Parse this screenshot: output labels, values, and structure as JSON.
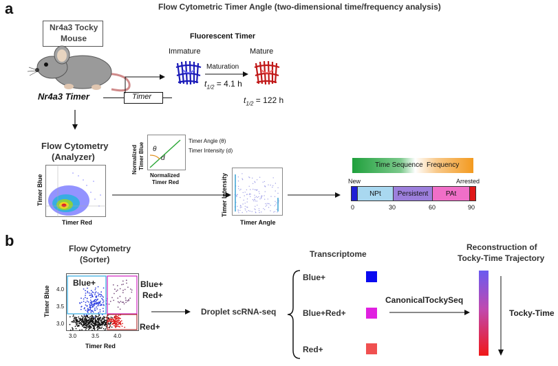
{
  "figure_title": "Flow Cytometric Timer Angle (two-dimensional time/frequency analysis)",
  "panel_a": {
    "letter": "a",
    "mouse_label_line1": "Nr4a3 Tocky",
    "mouse_label_line2": "Mouse",
    "nr4a3_timer": "Nr4a3 Timer",
    "timer_gene": "Timer",
    "fluorescent_timer": "Fluorescent Timer",
    "immature": "Immature",
    "mature": "Mature",
    "maturation": "Maturation",
    "half_life_maturation_prefix": "t",
    "half_life_sub": "1/2",
    "half_life_maturation_value": " = 4.1 h",
    "half_life_mature_value": " = 122 h",
    "flow_cytometry_line1": "Flow Cytometry",
    "flow_cytometry_line2": "(Analyzer)",
    "timer_blue": "Timer Blue",
    "timer_red": "Timer Red",
    "normalized_timer_blue_1": "Normalized",
    "normalized_timer_blue_2": "Timer Blue",
    "normalized_timer_red_1": "Normalized",
    "normalized_timer_red_2": "Timer Red",
    "theta": "θ",
    "d": "d",
    "timer_angle_legend": "Timer Angle (θ)",
    "timer_intensity_legend": "Timer Intensity (d)",
    "timer_intensity": "Timer Intensity",
    "timer_angle": "Timer Angle",
    "time_sequence": "Time Sequence",
    "frequency": "Frequency",
    "new": "New",
    "arrested": "Arrested",
    "loci": [
      "NPt",
      "Persistent",
      "PAt"
    ],
    "ticks": [
      "0",
      "30",
      "60",
      "90"
    ],
    "colors": {
      "blue_locus": "#1f1fd6",
      "npt": "#a9d8f0",
      "persistent": "#9c7fdc",
      "pat": "#f06fc8",
      "arrested_locus": "#e01818",
      "time_sequence_green": "#1fa03c",
      "frequency_orange": "#f39a1f"
    }
  },
  "panel_b": {
    "letter": "b",
    "flow_cytometry_line1": "Flow Cytometry",
    "flow_cytometry_line2": "(Sorter)",
    "timer_blue": "Timer Blue",
    "timer_red": "Timer Red",
    "y_ticks": [
      "4.0",
      "3.5",
      "3.0"
    ],
    "x_ticks": [
      "3.0",
      "3.5",
      "4.0"
    ],
    "gate_blue": "Blue+",
    "gate_bluered_1": "Blue+",
    "gate_bluered_2": "Red+",
    "gate_red": "Red+",
    "droplet": "Droplet scRNA-seq",
    "transcriptome": "Transcriptome",
    "populations": [
      "Blue+",
      "Blue+Red+",
      "Red+"
    ],
    "canonical": "CanonicalTockySeq",
    "reconstruction_1": "Reconstruction of",
    "reconstruction_2": "Tocky-Time Trajectory",
    "tocky_time": "Tocky-Time",
    "colors": {
      "blue": "#0a0af0",
      "bluered": "#e020e0",
      "red": "#f05050",
      "gate_blue": "#2ea8e0",
      "gate_bluered": "#d020c0",
      "gate_red": "#b03030"
    }
  }
}
